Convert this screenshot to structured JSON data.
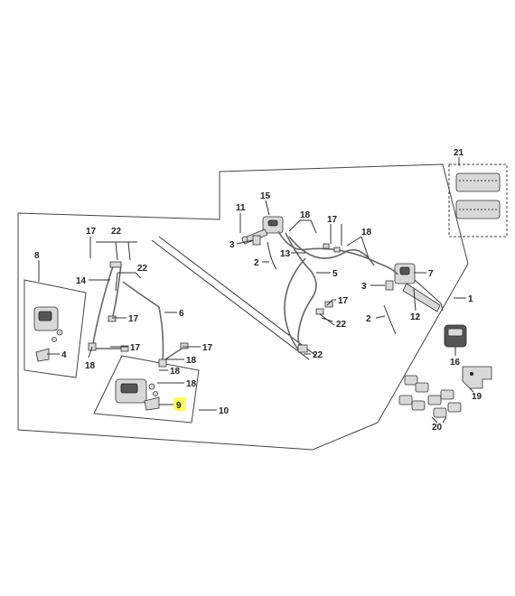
{
  "diagram": {
    "callouts": [
      {
        "id": "c1",
        "text": "1"
      },
      {
        "id": "c2a",
        "text": "2"
      },
      {
        "id": "c2b",
        "text": "2"
      },
      {
        "id": "c3a",
        "text": "3"
      },
      {
        "id": "c3b",
        "text": "3"
      },
      {
        "id": "c4",
        "text": "4"
      },
      {
        "id": "c5",
        "text": "5"
      },
      {
        "id": "c6",
        "text": "6"
      },
      {
        "id": "c7",
        "text": "7"
      },
      {
        "id": "c8",
        "text": "8"
      },
      {
        "id": "c9",
        "text": "9",
        "highlight": "#ffff66"
      },
      {
        "id": "c10",
        "text": "10"
      },
      {
        "id": "c11",
        "text": "11"
      },
      {
        "id": "c12",
        "text": "12"
      },
      {
        "id": "c13",
        "text": "13"
      },
      {
        "id": "c14",
        "text": "14"
      },
      {
        "id": "c15",
        "text": "15"
      },
      {
        "id": "c16",
        "text": "16"
      },
      {
        "id": "c17a",
        "text": "17"
      },
      {
        "id": "c17b",
        "text": "17"
      },
      {
        "id": "c17c",
        "text": "17"
      },
      {
        "id": "c17d",
        "text": "17"
      },
      {
        "id": "c17e",
        "text": "17"
      },
      {
        "id": "c17f",
        "text": "17"
      },
      {
        "id": "c18a",
        "text": "18"
      },
      {
        "id": "c18b",
        "text": "18"
      },
      {
        "id": "c18c",
        "text": "18"
      },
      {
        "id": "c18d",
        "text": "18"
      },
      {
        "id": "c18e",
        "text": "18"
      },
      {
        "id": "c18f",
        "text": "18"
      },
      {
        "id": "c19",
        "text": "19"
      },
      {
        "id": "c20",
        "text": "20"
      },
      {
        "id": "c21",
        "text": "21"
      },
      {
        "id": "c22a",
        "text": "22"
      },
      {
        "id": "c22b",
        "text": "22"
      },
      {
        "id": "c22c",
        "text": "22"
      },
      {
        "id": "c22d",
        "text": "22"
      }
    ],
    "colors": {
      "line": "#333333",
      "highlight": "#ffff66"
    }
  }
}
